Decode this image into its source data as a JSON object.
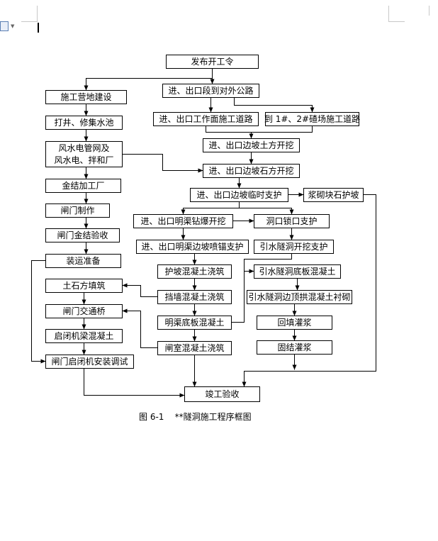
{
  "caption": "图 6-1    **隧洞施工程序框图",
  "nodes": [
    {
      "id": "n1",
      "lines": [
        "发布开工令"
      ]
    },
    {
      "id": "n2",
      "lines": [
        "施工营地建设"
      ]
    },
    {
      "id": "n3",
      "lines": [
        "进、出口段到对外公路"
      ]
    },
    {
      "id": "n4",
      "lines": [
        "打井、修集水池"
      ]
    },
    {
      "id": "n5",
      "lines": [
        "进、出口工作面施工道路"
      ]
    },
    {
      "id": "n6",
      "lines": [
        "到 1#、2#碴场施工道路"
      ]
    },
    {
      "id": "n7",
      "lines": [
        "风水电管网及",
        "风水电、拌和厂"
      ]
    },
    {
      "id": "n8",
      "lines": [
        "进、出口边坡土方开挖"
      ]
    },
    {
      "id": "n9",
      "lines": [
        "进、出口边坡石方开挖"
      ]
    },
    {
      "id": "n10",
      "lines": [
        "金结加工厂"
      ]
    },
    {
      "id": "n11",
      "lines": [
        "进、出口边坡临时支护"
      ]
    },
    {
      "id": "n12",
      "lines": [
        "浆砌块石护坡"
      ]
    },
    {
      "id": "n13",
      "lines": [
        "闸门制作"
      ]
    },
    {
      "id": "n14",
      "lines": [
        "进、出口明渠钻爆开挖"
      ]
    },
    {
      "id": "n15",
      "lines": [
        "洞口锁口支护"
      ]
    },
    {
      "id": "n16",
      "lines": [
        "闸门金结验收"
      ]
    },
    {
      "id": "n17",
      "lines": [
        "进、出口明渠边坡喷锚支护"
      ]
    },
    {
      "id": "n18",
      "lines": [
        "引水隧洞开挖支护"
      ]
    },
    {
      "id": "n19",
      "lines": [
        "装运准备"
      ]
    },
    {
      "id": "n20",
      "lines": [
        "护坡混凝土浇筑"
      ]
    },
    {
      "id": "n21",
      "lines": [
        "引水隧洞底板混凝土"
      ]
    },
    {
      "id": "n22",
      "lines": [
        "土石方填筑"
      ]
    },
    {
      "id": "n23",
      "lines": [
        "挡墙混凝土浇筑"
      ]
    },
    {
      "id": "n24",
      "lines": [
        "引水隧洞边顶拱混凝土衬砌"
      ]
    },
    {
      "id": "n25",
      "lines": [
        "闸门交通桥"
      ]
    },
    {
      "id": "n26",
      "lines": [
        "明渠底板混凝土"
      ]
    },
    {
      "id": "n27",
      "lines": [
        "回填灌浆"
      ]
    },
    {
      "id": "n28",
      "lines": [
        "启闭机梁混凝土"
      ]
    },
    {
      "id": "n29",
      "lines": [
        "闸室混凝土浇筑"
      ]
    },
    {
      "id": "n30",
      "lines": [
        "固结灌浆"
      ]
    },
    {
      "id": "n31",
      "lines": [
        "闸门启闭机安装调试"
      ]
    },
    {
      "id": "n32",
      "lines": [
        "竣工验收"
      ]
    }
  ],
  "colors": {
    "line": "#000000",
    "box_fill": "#ffffff",
    "frame": "#c8c8c8"
  },
  "icons": {
    "toolbar": "document-icon"
  }
}
